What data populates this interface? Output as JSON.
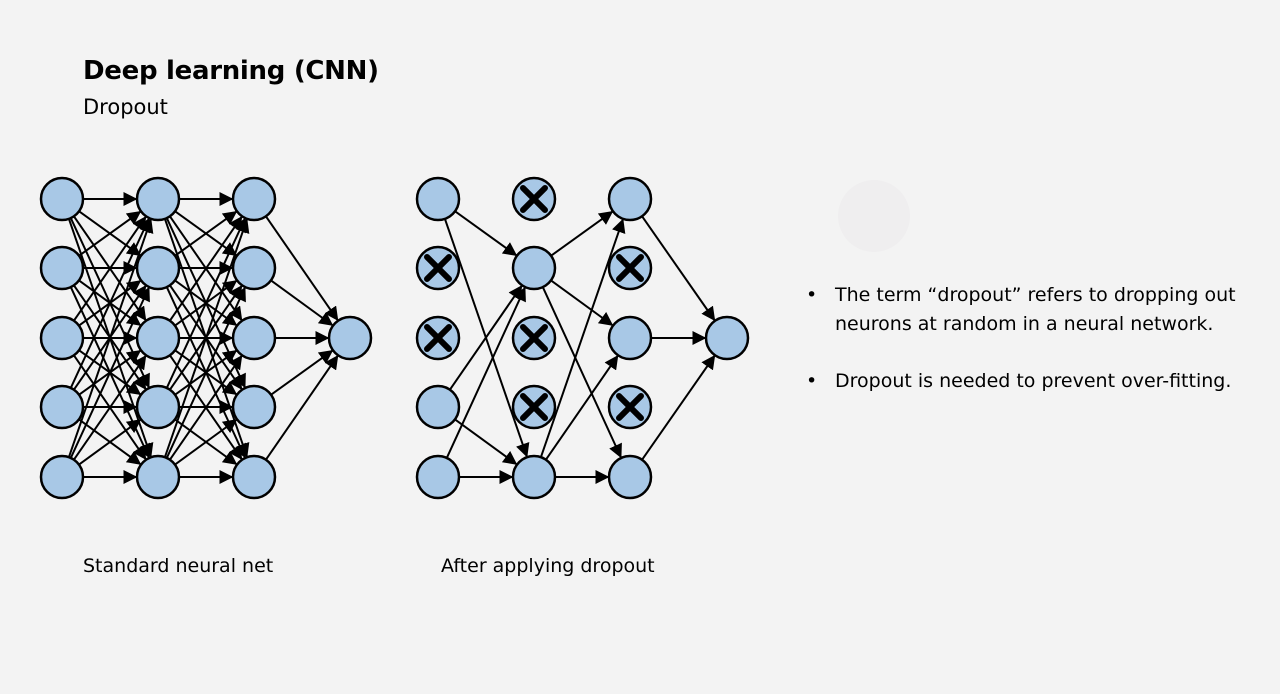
{
  "slide": {
    "title": "Deep learning (CNN)",
    "subtitle": "Dropout"
  },
  "diagram": {
    "node_fill": "#a8c8e6",
    "node_stroke": "#000000",
    "standard_net": {
      "caption": "Standard neural net",
      "layers": [
        5,
        5,
        5,
        1
      ],
      "dropped": []
    },
    "dropout_net": {
      "caption": "After applying dropout",
      "layers": [
        5,
        5,
        5,
        1
      ],
      "dropped": [
        [
          1,
          2
        ],
        [
          0,
          2,
          3
        ],
        [
          1,
          3
        ]
      ]
    }
  },
  "bullets": [
    "The term “dropout” refers to dropping out neurons at random in a neural network.",
    "Dropout is needed to prevent over-fitting."
  ]
}
